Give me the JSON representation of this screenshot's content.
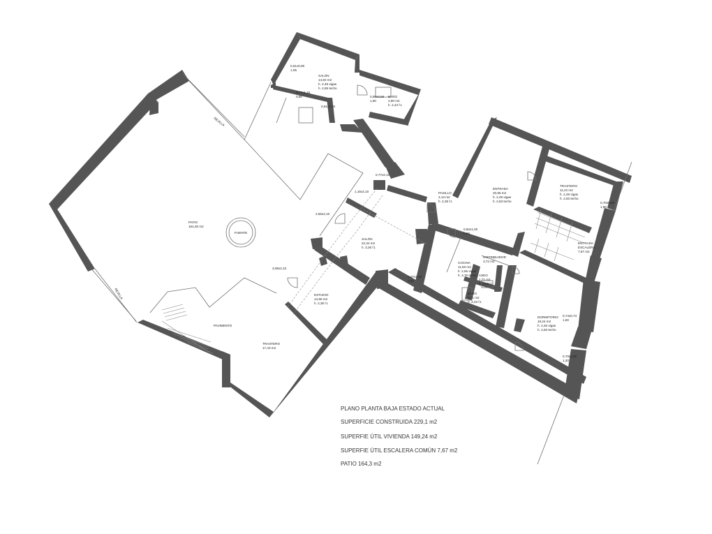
{
  "rooms": {
    "salon_top": [
      "SALÓN",
      "14,82 m2",
      "h. 2,49 vigas",
      "h. 2,85 techo"
    ],
    "bano_top": [
      "BAÑO",
      "2,80 m2",
      "h. 2,43 f.t."
    ],
    "patio": [
      "PATIO",
      "164,30 m2"
    ],
    "fuente": [
      "FUENTE"
    ],
    "salon_mid": [
      "SALÓN",
      "22,34 m2",
      "h. 3,26 f.t."
    ],
    "estudio": [
      "ESTUDIO",
      "14,95 m2",
      "h. 2,35 f.t."
    ],
    "trastero_left": [
      "TRASTERO",
      "17,43 m2"
    ],
    "pavimento": [
      "PAVIMENTO"
    ],
    "pasillo": [
      "PASILLO",
      "3,13 m2",
      "h. 2,35 f.t."
    ],
    "entrada": [
      "ENTRADA",
      "20,95 m2",
      "h. 2,49 vigas",
      "h. 2,83 techo"
    ],
    "trastero_right": [
      "TRASTERO",
      "11,22 m2",
      "h. 2,49 vigas",
      "h. 2,83 techo"
    ],
    "entrada_escalera": [
      "ENTRADA",
      "ESCALERA",
      "7,67 m2"
    ],
    "cocina": [
      "COCINA",
      "11,50 m2",
      "h. 2,65 vigas",
      "h. 3,75 techo"
    ],
    "distribuidor": [
      "DISTRIBUIDOR",
      "3,72 m2"
    ],
    "aseo": [
      "ASEO",
      "1,71 m2",
      "h. 2,43 f.t."
    ],
    "bano_mid": [
      "BAÑO",
      "3,71 m2",
      "h. 2,43 f.t."
    ],
    "dormitorio": [
      "DORMITORIO",
      "19,24 m2",
      "h. 2,45 vigas",
      "h. 2,83 techo"
    ],
    "rejilla_top": [
      "REJILLA"
    ],
    "rejilla_left": [
      "REJILLA"
    ]
  },
  "openings": {
    "o1": [
      "0,61x0,80",
      "1,05"
    ],
    "o2": [
      "0,77x1,15",
      "0,80"
    ],
    "o3": [
      "0,61x2,10"
    ],
    "o4": [
      "0,58x0,58",
      "1,60"
    ],
    "o5": [
      "0,77x2,10"
    ],
    "o6": [
      "1,15x2,10"
    ],
    "o7": [
      "2,56x2,10"
    ],
    "o8": [
      "3,08x2,10"
    ],
    "o9": [
      "0,82x1,00",
      "0,90"
    ],
    "o10": [
      "1,07x1,20",
      "0,90"
    ],
    "o11": [
      "0,70x0,80",
      "1,80"
    ],
    "o12": [
      "0,74x0,74",
      "1,50"
    ],
    "o13": [
      "0,70x0,80",
      "1,20"
    ]
  },
  "summary": {
    "title": "PLANO PLANTA  BAJA ESTADO ACTUAL",
    "construida": "SUPERFICIE CONSTRUIDA 229,1 m2",
    "util_vivienda": "SUPERFIE ÚTIL VIVIENDA 149,24 m2",
    "util_escalera": "SUPERFIE ÚTIL ESCALERA COMÚN 7,67 m2",
    "patio": "PATIO 164,3 m2"
  }
}
